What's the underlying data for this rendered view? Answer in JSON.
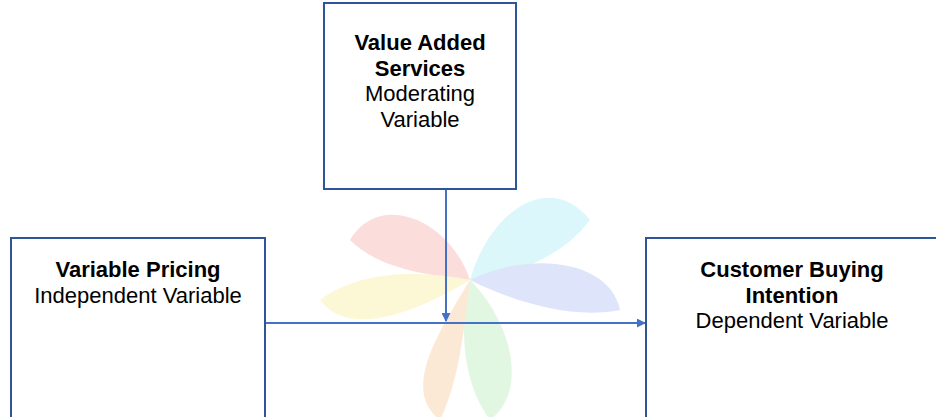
{
  "diagram": {
    "nodes": [
      {
        "text": [
          "Value Added Services",
          "Moderating Variable"
        ]
      },
      {
        "text": [
          "Variable Pricing",
          "Independent Variable"
        ]
      },
      {
        "text": [
          "Customer Buying Intention",
          "Dependent Variable"
        ]
      }
    ],
    "edges": [
      {
        "from": 1,
        "to": 2,
        "arrow": "to"
      }
    ]
  }
}
